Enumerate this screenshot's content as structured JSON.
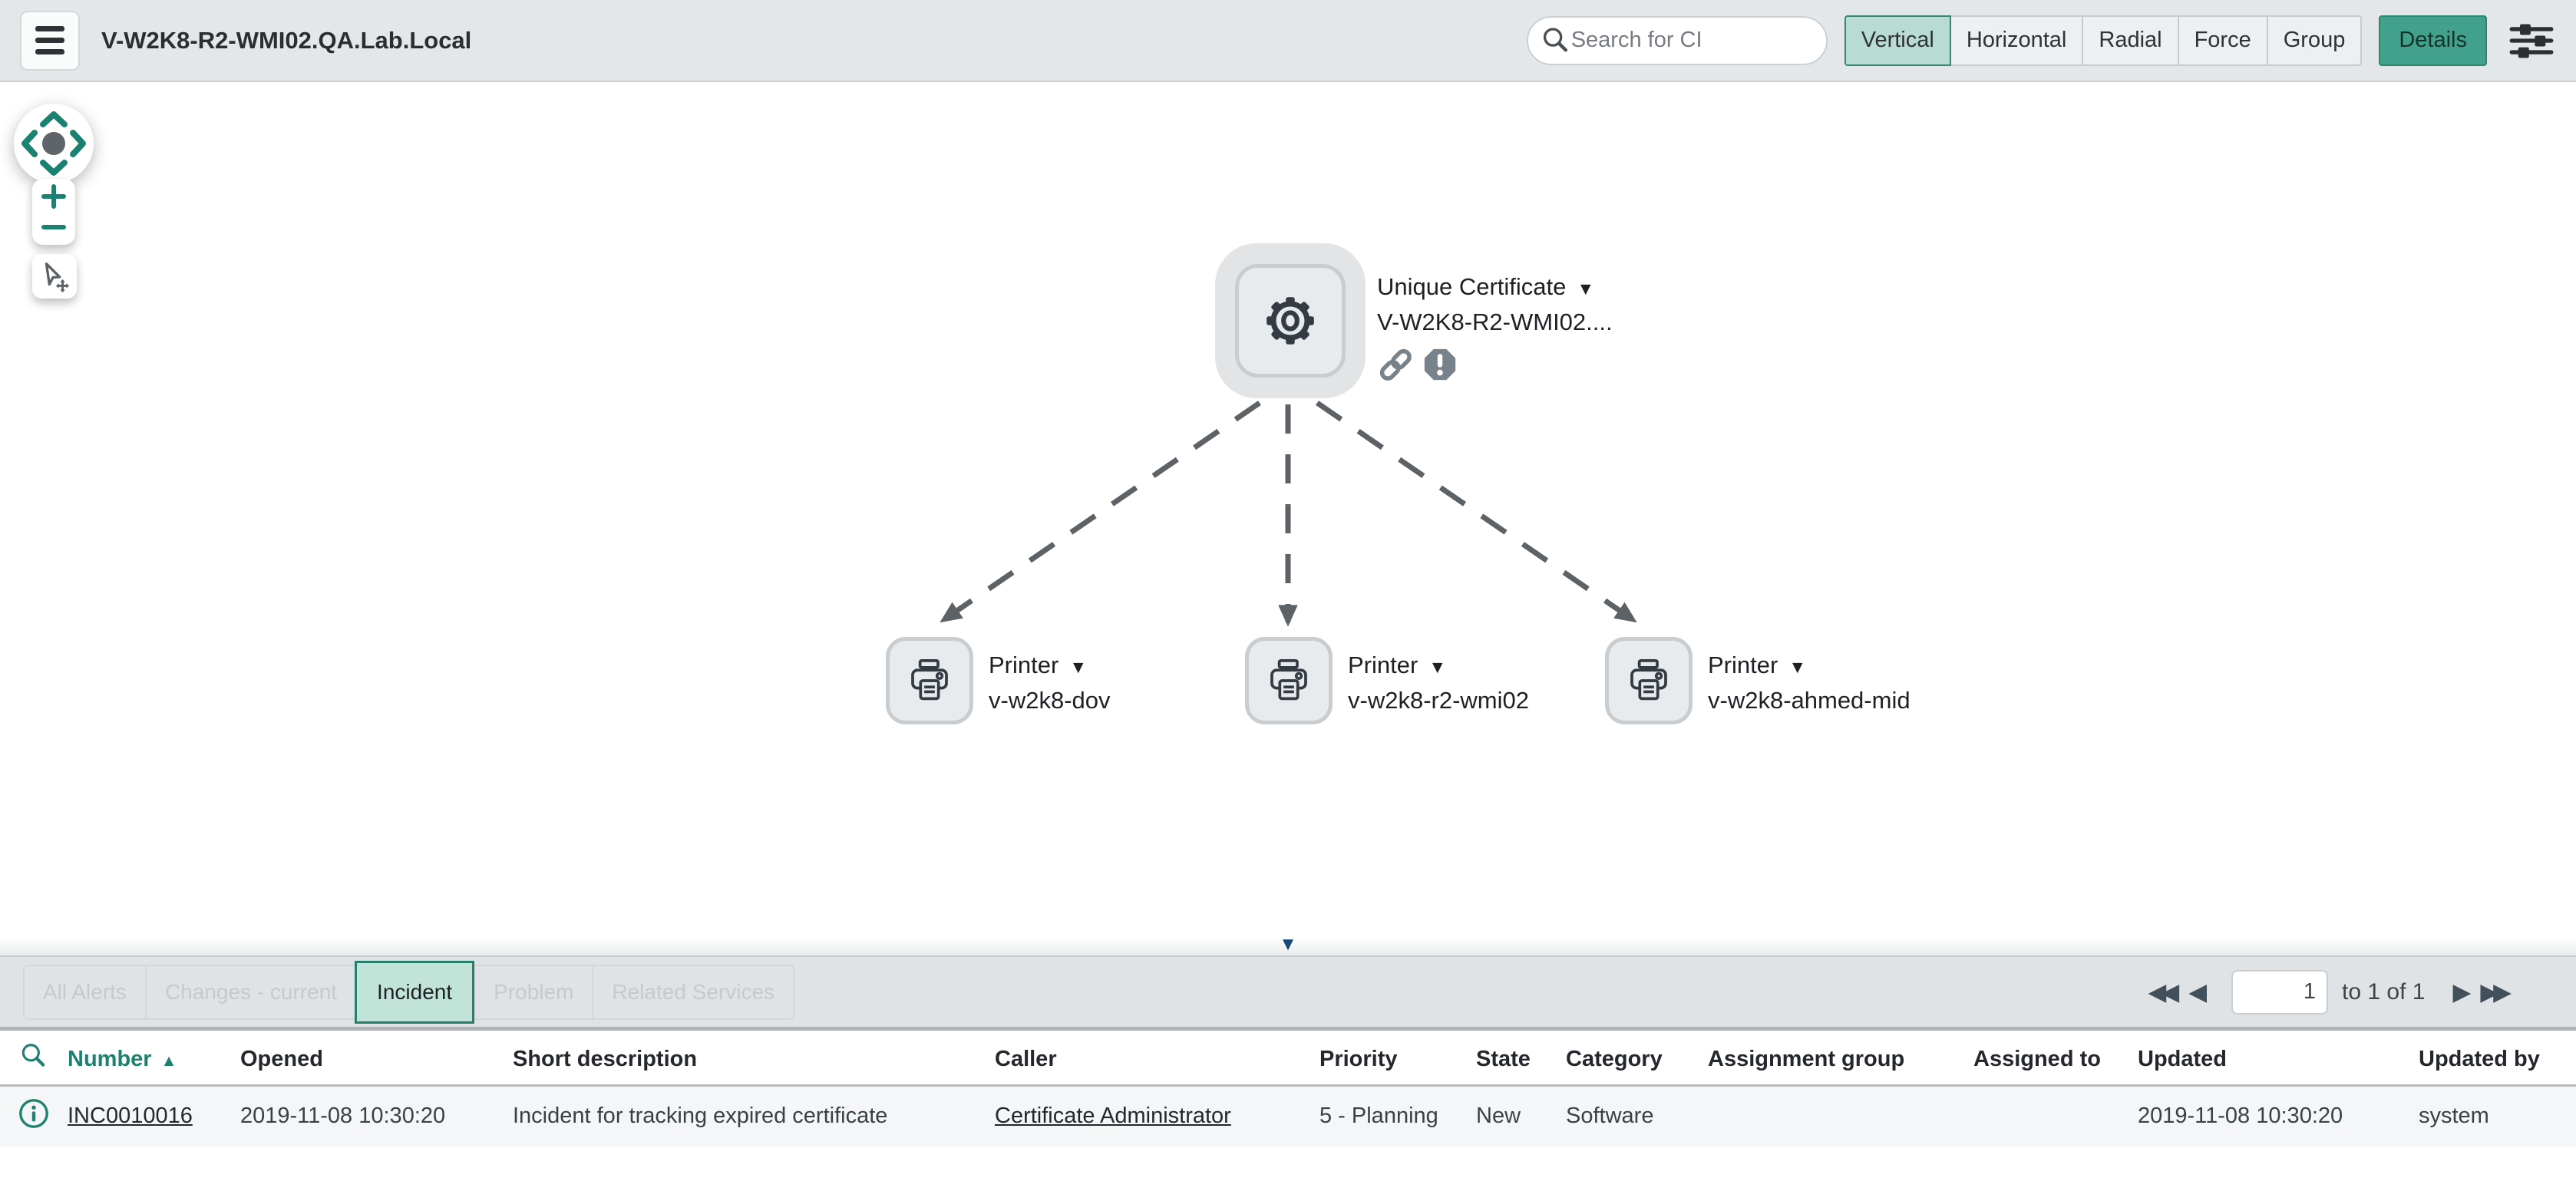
{
  "header": {
    "title": "V-W2K8-R2-WMI02.QA.Lab.Local",
    "search_placeholder": "Search for CI",
    "layout_options": [
      {
        "label": "Vertical",
        "selected": true
      },
      {
        "label": "Horizontal",
        "selected": false
      },
      {
        "label": "Radial",
        "selected": false
      },
      {
        "label": "Force",
        "selected": false
      },
      {
        "label": "Group",
        "selected": false
      }
    ],
    "details_button": {
      "label": "Details",
      "selected": true
    }
  },
  "map": {
    "root_node": {
      "type_label": "Unique Certificate",
      "name": "V-W2K8-R2-WMI02....",
      "icon": "gear-icon",
      "badges": [
        "link-icon",
        "alert-octagon-icon"
      ]
    },
    "child_nodes": [
      {
        "type_label": "Printer",
        "name": "v-w2k8-dov",
        "icon": "printer-icon"
      },
      {
        "type_label": "Printer",
        "name": "v-w2k8-r2-wmi02",
        "icon": "printer-icon"
      },
      {
        "type_label": "Printer",
        "name": "v-w2k8-ahmed-mid",
        "icon": "printer-icon"
      }
    ]
  },
  "bottom_panel": {
    "tabs": [
      {
        "label": "All Alerts",
        "state": "disabled"
      },
      {
        "label": "Changes - current",
        "state": "disabled"
      },
      {
        "label": "Incident",
        "state": "selected"
      },
      {
        "label": "Problem",
        "state": "disabled"
      },
      {
        "label": "Related Services",
        "state": "disabled"
      }
    ],
    "pagination": {
      "page_value": "1",
      "range_label": "to 1 of 1"
    }
  },
  "incident_table": {
    "columns": [
      "Number",
      "Opened",
      "Short description",
      "Caller",
      "Priority",
      "State",
      "Category",
      "Assignment group",
      "Assigned to",
      "Updated",
      "Updated by"
    ],
    "rows": [
      {
        "number": "INC0010016",
        "opened": "2019-11-08 10:30:20",
        "short_description": "Incident for tracking expired certificate",
        "caller": "Certificate Administrator",
        "priority": "5 - Planning",
        "state": "New",
        "category": "Software",
        "assignment_group": "",
        "assigned_to": "",
        "updated": "2019-11-08 10:30:20",
        "updated_by": "system"
      }
    ]
  },
  "glyphs": {
    "caret_down": "▼",
    "sort_asc": "▲",
    "page_first": "◀◀",
    "page_prev": "◀",
    "page_next": "▶",
    "page_last": "▶▶",
    "collapse_down": "▼"
  },
  "colors": {
    "accent_teal": "#1E8170",
    "selected_tab_fill": "#C2E4D8",
    "details_button_fill": "#42A18A",
    "edge_gray": "#5D6266",
    "collapse_blue": "#17497B"
  }
}
